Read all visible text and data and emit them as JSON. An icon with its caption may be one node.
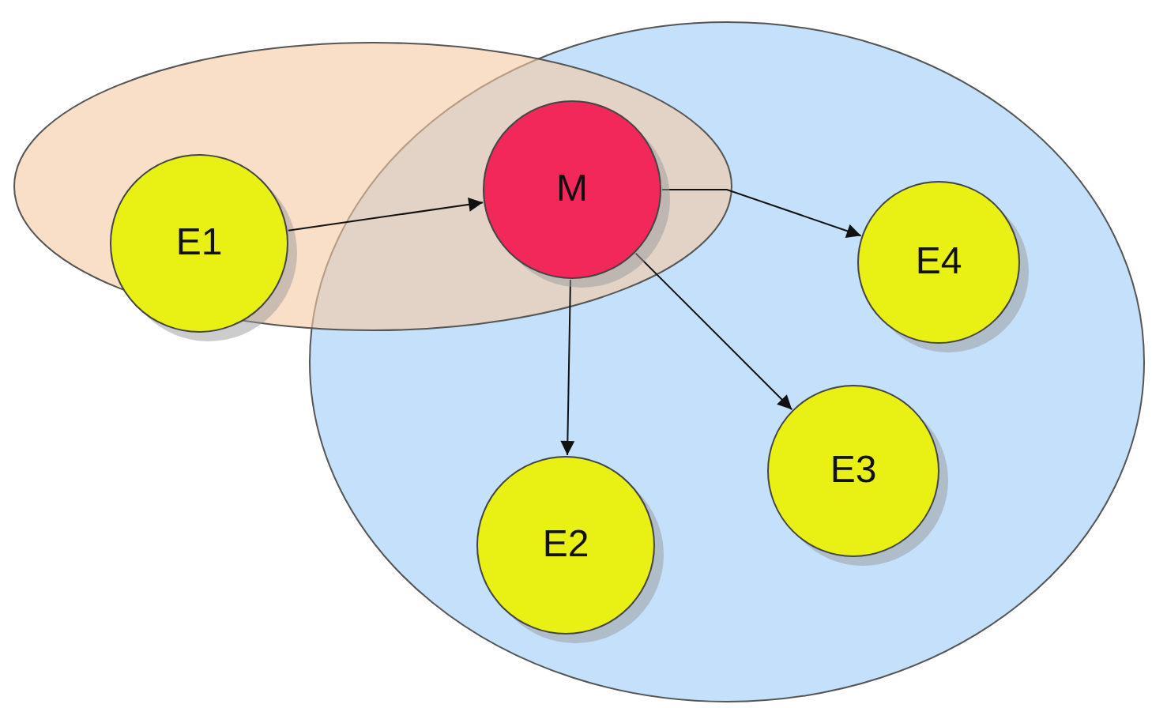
{
  "diagram": {
    "nodes": [
      {
        "text": [],
        "shape": "ellipse"
      },
      {
        "text": [
          "E1"
        ],
        "in": 0
      },
      {
        "text": [],
        "shape": "ellipse"
      },
      {
        "text": [
          "M"
        ]
      },
      {
        "text": [
          "E4"
        ],
        "in": 2
      },
      {
        "text": [
          "E2"
        ],
        "in": 2
      },
      {
        "text": [
          "E3"
        ],
        "in": 2
      }
    ],
    "edges": [
      {
        "from": 1,
        "to": 3,
        "arrow": "to"
      },
      {
        "from": 3,
        "to": 4,
        "arrow": "to"
      },
      {
        "from": 3,
        "to": 5,
        "arrow": "to"
      },
      {
        "from": 3,
        "to": 6,
        "arrow": "to"
      }
    ]
  }
}
